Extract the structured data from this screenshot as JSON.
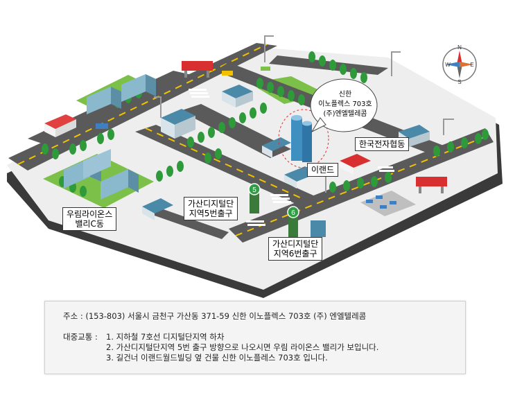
{
  "map_labels": {
    "shinhan_line1": "신한",
    "shinhan_line2": "이노플렉스 703호",
    "shinhan_line3": "(주)엔엘텔레콤",
    "korea_assoc": "한국전자협동",
    "irand": "이랜드",
    "woorim_line1": "우림라이온스",
    "woorim_line2": "밸리C동",
    "exit5_line1": "가산디지털단",
    "exit5_line2": "지역5번출구",
    "exit6_line1": "가산디지털단",
    "exit6_line2": "지역6번출구",
    "exit5_badge": "5",
    "exit6_badge": "6"
  },
  "compass": {
    "n": "N",
    "s": "S",
    "e": "E",
    "w": "W"
  },
  "info": {
    "address": "주소 : (153-803) 서울시 금천구 가산동 371-59 신한 이노플렉스 703호 (주) 엔엘텔레콤",
    "transport_label": "대중교통 :",
    "step1": "1. 지하철 7호선 디지털단지역 하차",
    "step2": "2. 가산디지털단지역 5번 출구 방향으로 나오시면 우림 라이온스 밸리가 보입니다.",
    "step3": "3. 길건너 이랜드월드빌딩 옆 건물 신한 이노플레스 703호 입니다."
  },
  "colors": {
    "road": "#5a5a5a",
    "ground": "#eeeeee",
    "grass": "#7cc04a",
    "tree": "#2e9a3a",
    "building": "#4a8aa8",
    "roof": "#d8e4ea",
    "lane": "#f2c200"
  }
}
